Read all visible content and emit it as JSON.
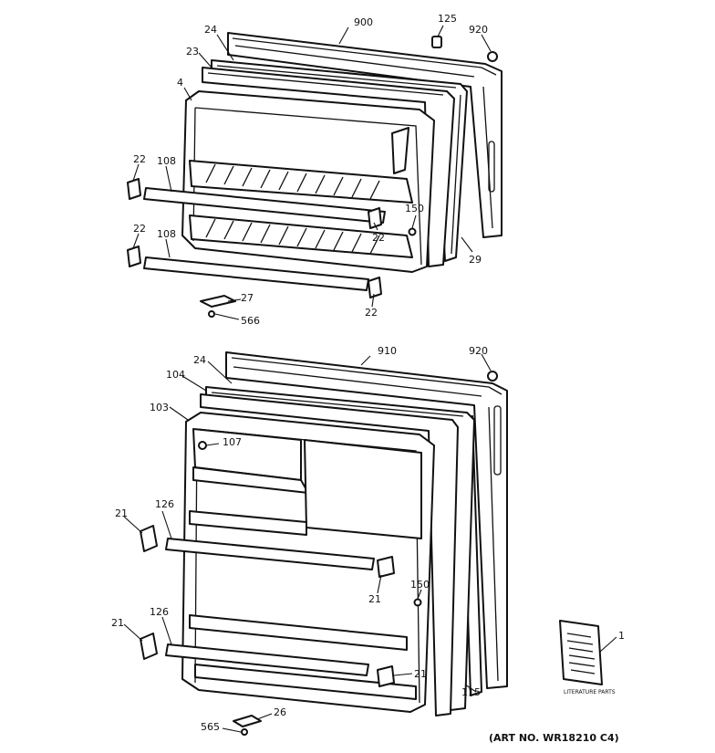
{
  "callouts": {
    "c900": "900",
    "c125": "125",
    "c920a": "920",
    "c24a": "24",
    "c23": "23",
    "c4": "4",
    "c22a": "22",
    "c108a": "108",
    "c22b": "22",
    "c108b": "108",
    "c150a": "150",
    "c22c": "22",
    "c29": "29",
    "c27": "27",
    "c22d": "22",
    "c566a": "566",
    "c910": "910",
    "c920b": "920",
    "c24b": "24",
    "c104": "104",
    "c103": "103",
    "c107": "107",
    "c21a": "21",
    "c126a": "126",
    "c21b": "21",
    "c150b": "150",
    "c21c": "21",
    "c126b": "126",
    "c21d": "21",
    "c1": "1",
    "c115": "115",
    "c26": "26",
    "c565": "565"
  },
  "literature_label": "LITERATURE PARTS",
  "art_number": "(ART NO. WR18210 C4)"
}
